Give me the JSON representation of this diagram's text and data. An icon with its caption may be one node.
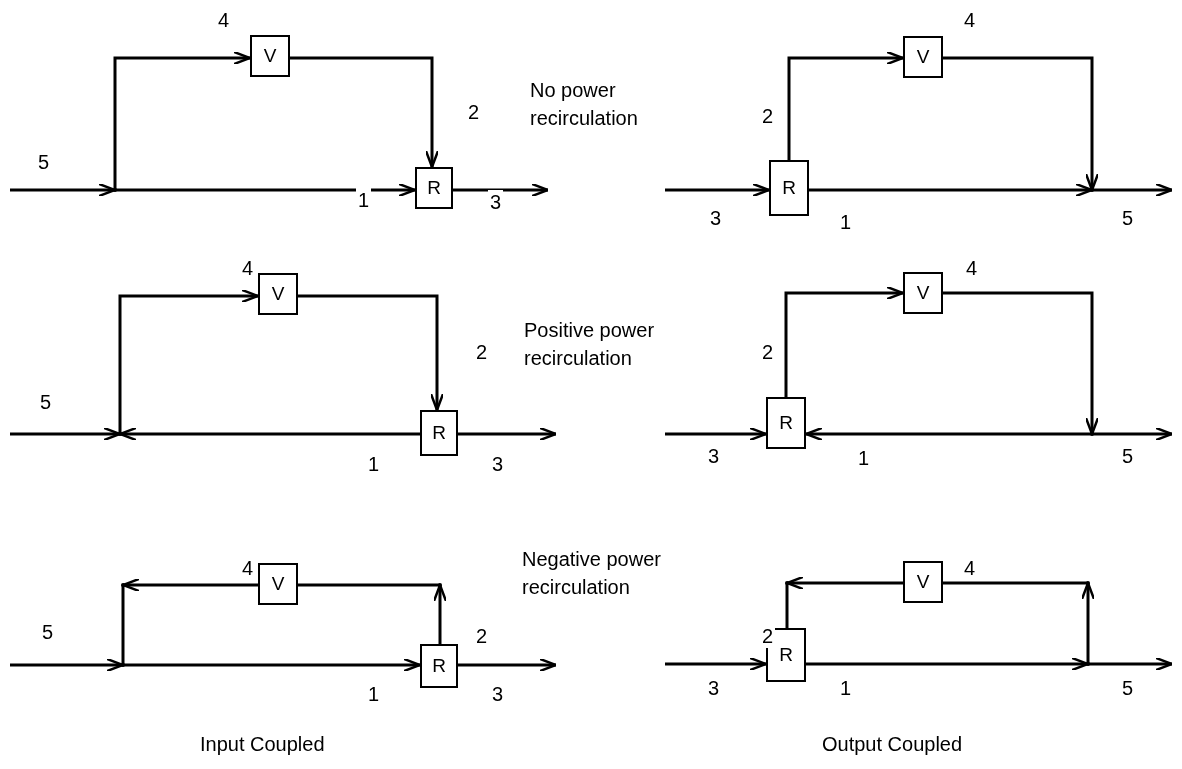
{
  "diagram": {
    "nodes": [
      {
        "text": [
          "V"
        ]
      },
      {
        "text": [],
        "shape": "dot"
      },
      {
        "text": [
          "R"
        ]
      },
      {
        "text": [
          "V"
        ]
      },
      {
        "text": [
          "R"
        ]
      },
      {
        "text": [],
        "shape": "dot"
      },
      {
        "text": [
          "V"
        ]
      },
      {
        "text": [],
        "shape": "dot"
      },
      {
        "text": [
          "R"
        ]
      },
      {
        "text": [
          "V"
        ]
      },
      {
        "text": [
          "R"
        ]
      },
      {
        "text": [],
        "shape": "dot"
      },
      {
        "text": [
          "V"
        ]
      },
      {
        "text": [],
        "shape": "dot"
      },
      {
        "text": [
          "R"
        ]
      },
      {
        "text": [
          "V"
        ]
      },
      {
        "text": [
          "R"
        ]
      },
      {
        "text": [],
        "shape": "dot"
      },
      {
        "text": [],
        "shape": "dot"
      },
      {
        "text": [],
        "shape": "dot"
      },
      {
        "text": [],
        "shape": "dot"
      },
      {
        "text": [],
        "shape": "dot"
      }
    ],
    "edges": [
      {
        "from": null,
        "to": 1,
        "arrow": "to",
        "label": "5"
      },
      {
        "from": 1,
        "to": 0,
        "arrow": "to",
        "label": "4"
      },
      {
        "from": 0,
        "to": 2,
        "arrow": "to",
        "label": "2"
      },
      {
        "from": 1,
        "to": 2,
        "arrow": "to",
        "label": "1"
      },
      {
        "from": 2,
        "to": null,
        "arrow": "to",
        "label": "3"
      },
      {
        "from": null,
        "to": 7,
        "arrow": "to",
        "label": "5"
      },
      {
        "from": 7,
        "to": 6,
        "arrow": "to",
        "label": "4"
      },
      {
        "from": 6,
        "to": 8,
        "arrow": "to",
        "label": "2"
      },
      {
        "from": 8,
        "to": 7,
        "arrow": "to",
        "label": "1"
      },
      {
        "from": 8,
        "to": null,
        "arrow": "to",
        "label": "3"
      },
      {
        "from": null,
        "to": 13,
        "arrow": "to",
        "label": "5"
      },
      {
        "from": 12,
        "to": 18,
        "arrow": "to",
        "label": "4"
      },
      {
        "from": 14,
        "to": 19,
        "arrow": "to",
        "label": "2"
      },
      {
        "from": 13,
        "to": 14,
        "arrow": "to",
        "label": "1"
      },
      {
        "from": 14,
        "to": null,
        "arrow": "to",
        "label": "3"
      },
      {
        "from": null,
        "to": 4,
        "arrow": "to",
        "label": "3"
      },
      {
        "from": 4,
        "to": 3,
        "arrow": "to",
        "label": "2"
      },
      {
        "from": 3,
        "to": 5,
        "arrow": "to",
        "label": "4"
      },
      {
        "from": 4,
        "to": 5,
        "arrow": "to",
        "label": "1"
      },
      {
        "from": 5,
        "to": null,
        "arrow": "to",
        "label": "5"
      },
      {
        "from": null,
        "to": 10,
        "arrow": "to",
        "label": "3"
      },
      {
        "from": 10,
        "to": 9,
        "arrow": "to",
        "label": "2"
      },
      {
        "from": 9,
        "to": 11,
        "arrow": "to",
        "label": "4"
      },
      {
        "from": 11,
        "to": 10,
        "arrow": "to",
        "label": "1"
      },
      {
        "from": 11,
        "to": null,
        "arrow": "to",
        "label": "5"
      },
      {
        "from": null,
        "to": 16,
        "arrow": "to",
        "label": "3"
      },
      {
        "from": 15,
        "to": 20,
        "arrow": "to"
      },
      {
        "from": 17,
        "to": 21,
        "arrow": "to"
      },
      {
        "from": 16,
        "to": 17,
        "arrow": "to",
        "label": "1"
      },
      {
        "from": 17,
        "to": null,
        "arrow": "to",
        "label": "5"
      },
      {
        "from": 18,
        "to": 13,
        "arrow": "none"
      },
      {
        "from": 19,
        "to": 12,
        "arrow": "none"
      },
      {
        "from": 20,
        "to": 16,
        "arrow": "none",
        "label": "2"
      },
      {
        "from": 21,
        "to": 15,
        "arrow": "none",
        "label": "4"
      }
    ],
    "labels": [
      "No power recirculation",
      "Positive power recirculation",
      "Negative power recirculation",
      "Input Coupled",
      "Output Coupled"
    ]
  }
}
